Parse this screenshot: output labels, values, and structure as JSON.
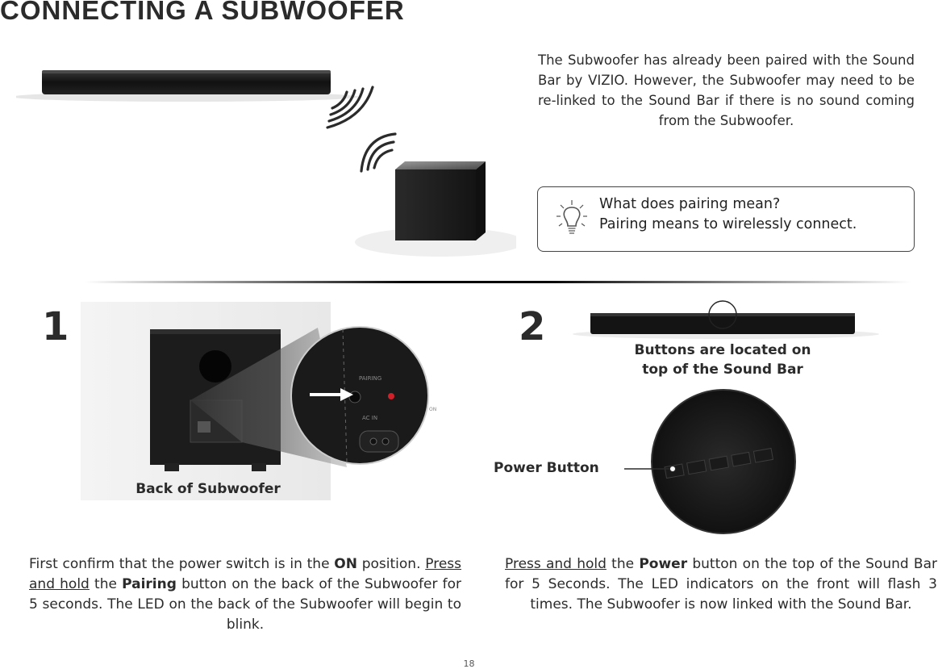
{
  "page": {
    "title": "CONNECTING A SUBWOOFER",
    "page_number": "18"
  },
  "intro": {
    "text": "The Subwoofer has already been paired with the Sound Bar by VIZIO. However, the Subwoofer may need to be re-linked to the Sound Bar if there is no sound coming from the Subwoofer."
  },
  "tip": {
    "icon": "lightbulb-icon",
    "question": "What does pairing mean?",
    "answer": "Pairing means to wirelessly connect."
  },
  "step1": {
    "number": "1",
    "caption": "Back of Subwoofer",
    "panel_labels": [
      "PAIRING",
      "AC IN",
      "ON"
    ],
    "text_before_on": "First confirm that the power switch is in the ",
    "on_word": "ON",
    "text_after_on": " position. ",
    "press_hold": "Press and hold",
    "text_the": " the ",
    "button_word": "Pairing",
    "text_rest": " button on the back of the Subwoofer for 5 seconds. The LED on the back of the Subwoofer will begin to blink."
  },
  "step2": {
    "number": "2",
    "caption_line1": "Buttons are located on",
    "caption_line2": "top of the Sound Bar",
    "callout": "Power Button",
    "press_hold": "Press and hold",
    "text_the": " the ",
    "button_word": "Power",
    "text_rest": " button on the top of the Sound Bar for 5 Seconds. The LED indicators on the front will flash 3 times. The Subwoofer is now linked with the Sound Bar."
  },
  "colors": {
    "text": "#2b2b2b",
    "device": "#1a1a1a",
    "led": "#d0202a"
  }
}
